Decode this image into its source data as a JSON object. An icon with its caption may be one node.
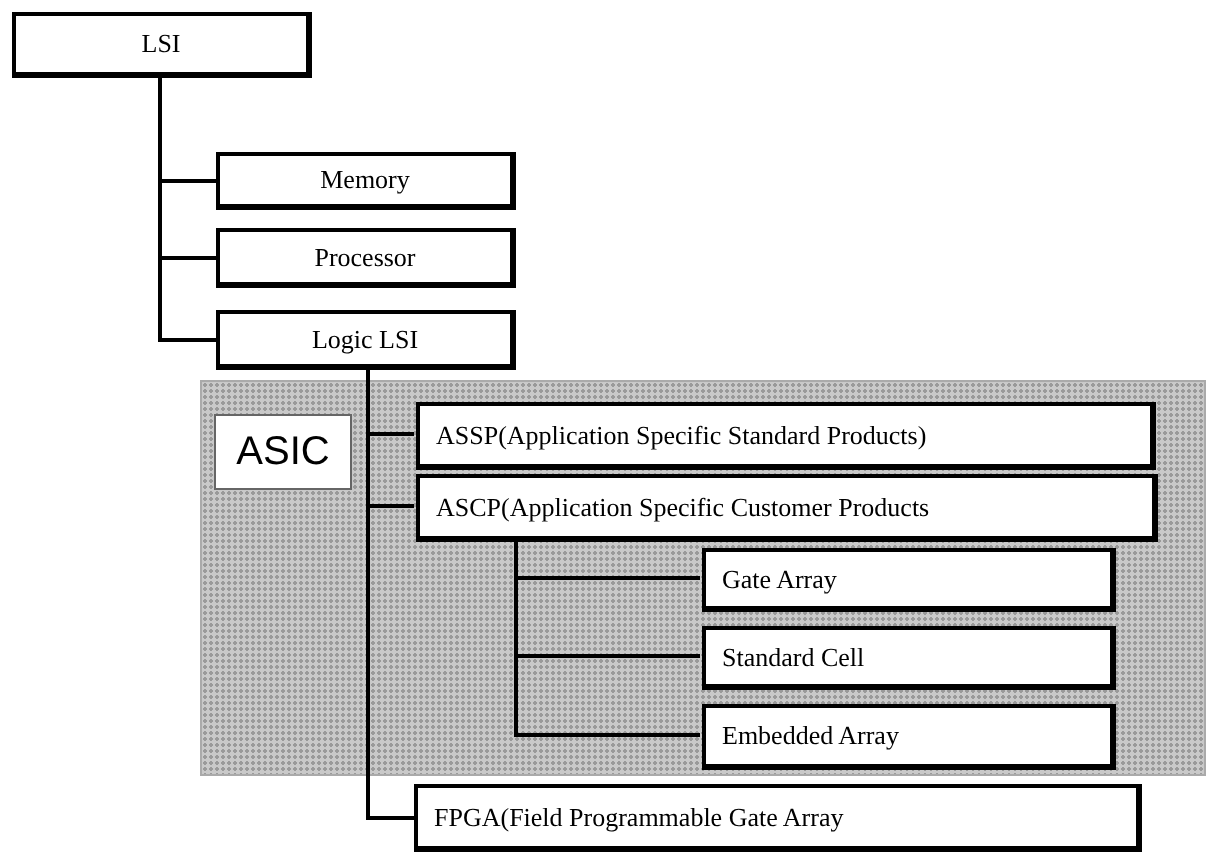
{
  "diagram": {
    "nodes": [
      {
        "text": [
          "LSI"
        ]
      },
      {
        "text": [
          "Memory"
        ]
      },
      {
        "text": [
          "Processor"
        ]
      },
      {
        "text": [
          "Logic LSI"
        ]
      },
      {
        "text": [
          "ASIC"
        ]
      },
      {
        "text": [
          "ASSP(Application Specific Standard Products)"
        ],
        "in": 4
      },
      {
        "text": [
          "ASCP(Application Specific Customer Products"
        ],
        "in": 4
      },
      {
        "text": [
          "Gate Array"
        ],
        "in": 4
      },
      {
        "text": [
          "Standard Cell"
        ],
        "in": 4
      },
      {
        "text": [
          "Embedded Array"
        ],
        "in": 4
      },
      {
        "text": [
          "FPGA(Field Programmable Gate Array"
        ]
      }
    ],
    "edges": [
      {
        "from": 0,
        "to": 1,
        "arrow": "none"
      },
      {
        "from": 0,
        "to": 2,
        "arrow": "none"
      },
      {
        "from": 0,
        "to": 3,
        "arrow": "none"
      },
      {
        "from": 3,
        "to": 5,
        "arrow": "none"
      },
      {
        "from": 3,
        "to": 6,
        "arrow": "none"
      },
      {
        "from": 3,
        "to": 10,
        "arrow": "none"
      },
      {
        "from": 6,
        "to": 7,
        "arrow": "none"
      },
      {
        "from": 6,
        "to": 8,
        "arrow": "none"
      },
      {
        "from": 6,
        "to": 9,
        "arrow": "none"
      }
    ]
  }
}
